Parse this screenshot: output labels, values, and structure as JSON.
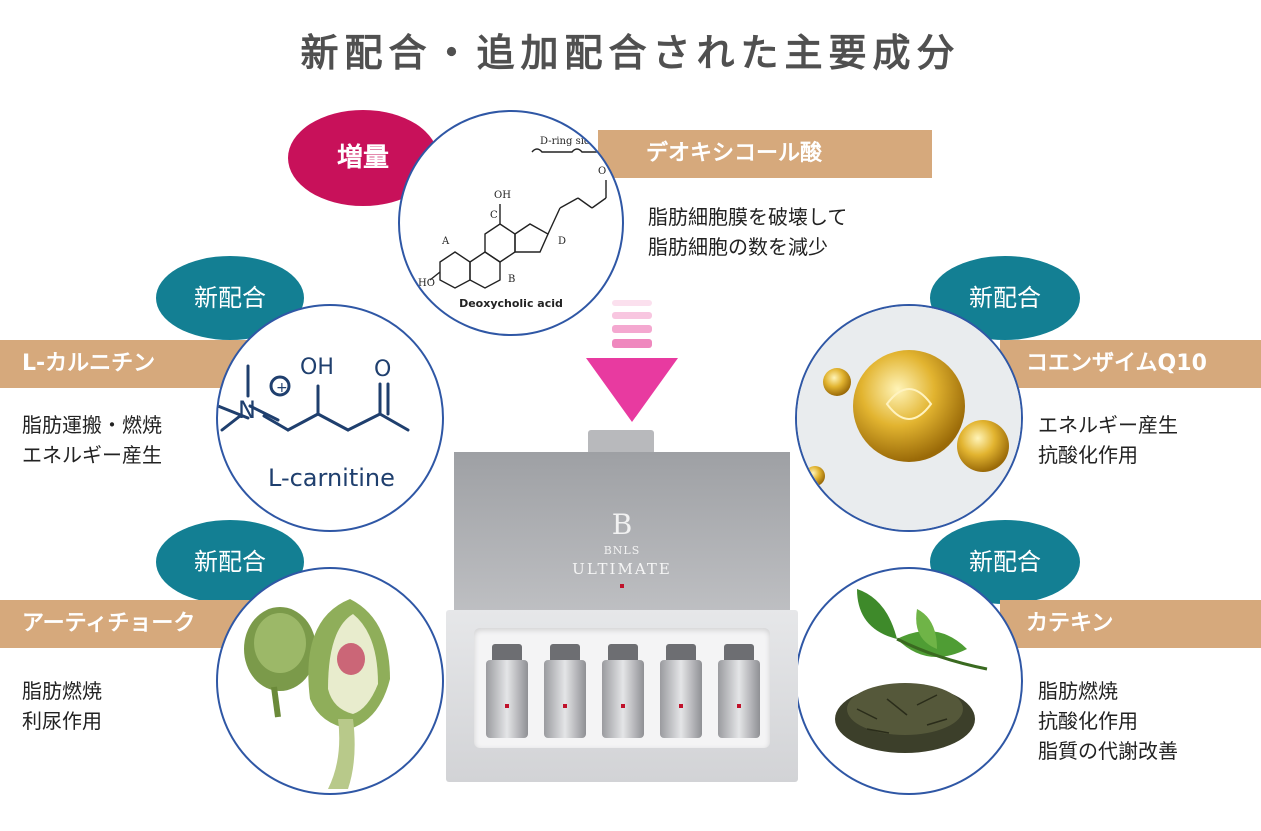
{
  "title": "新配合・追加配合された主要成分",
  "badges": {
    "increase": "増量",
    "new": "新配合"
  },
  "ingredients": {
    "deoxycholic": {
      "name": "デオキシコール酸",
      "effects": [
        "脂肪細胞膜を破壊して",
        "脂肪細胞の数を減少"
      ],
      "image_caption": "Deoxycholic acid",
      "image_note": "D-ring side"
    },
    "carnitine": {
      "name": "L-カルニチン",
      "effects": [
        "脂肪運搬・燃焼",
        "エネルギー産生"
      ],
      "image_caption": "L-carnitine",
      "image_oh": "OH",
      "image_o": "O",
      "image_n": "N"
    },
    "artichoke": {
      "name": "アーティチョーク",
      "effects": [
        "脂肪燃焼",
        "利尿作用"
      ]
    },
    "coq10": {
      "name": "コエンザイムQ10",
      "effects": [
        "エネルギー産生",
        "抗酸化作用"
      ]
    },
    "catechin": {
      "name": "カテキン",
      "effects": [
        "脂肪燃焼",
        "抗酸化作用",
        "脂質の代謝改善"
      ]
    }
  },
  "product": {
    "brand_mark": "B",
    "brand": "BNLS",
    "name": "ULTIMATE"
  },
  "colors": {
    "tan": "#d6a97c",
    "teal": "#137f93",
    "magenta": "#c8115a",
    "circle_border": "#2f57a5"
  }
}
